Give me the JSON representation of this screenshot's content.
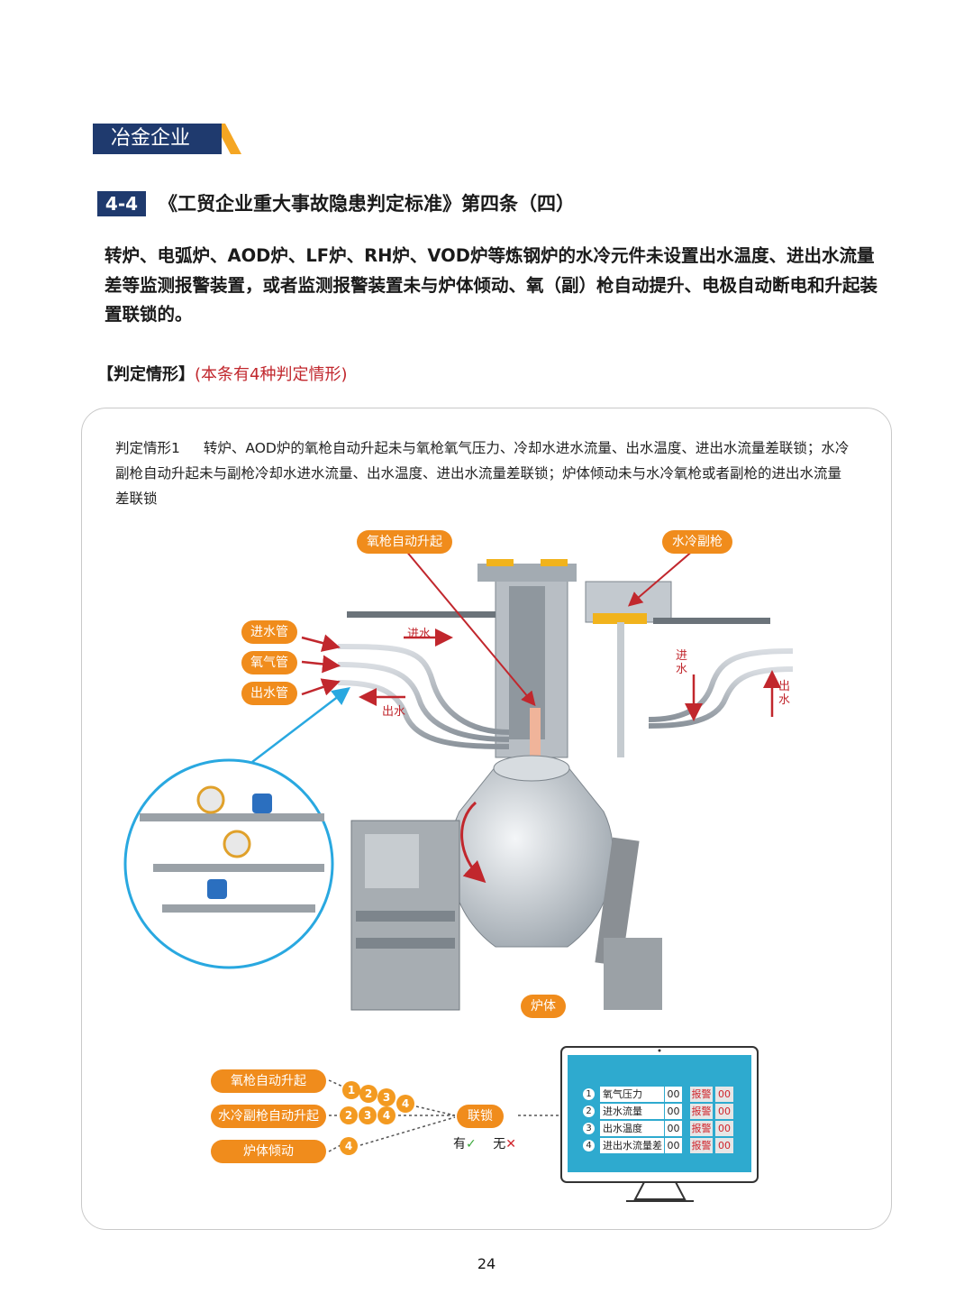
{
  "category": "冶金企业",
  "section": {
    "number": "4-4",
    "title": "《工贸企业重大事故隐患判定标准》第四条（四）"
  },
  "paragraph": "转炉、电弧炉、AOD炉、LF炉、RH炉、VOD炉等炼钢炉的水冷元件未设置出水温度、进出水流量差等监测报警装置，或者监测报警装置未与炉体倾动、氧（副）枪自动提升、电极自动断电和升起装置联锁的。",
  "judgment": {
    "label": "【判定情形】",
    "note": "(本条有4种判定情形)"
  },
  "case": {
    "heading": "判定情形1",
    "text": "转炉、AOD炉的氧枪自动升起未与氧枪氧气压力、冷却水进水流量、出水温度、进出水流量差联锁；水冷副枪自动升起未与副枪冷却水进水流量、出水温度、进出水流量差联锁；炉体倾动未与水冷氧枪或者副枪的进出水流量差联锁"
  },
  "diagram": {
    "lance_label": "氧枪自动升起",
    "sublance_label": "水冷副枪",
    "inlet_pipe": "进水管",
    "oxygen_pipe": "氧气管",
    "outlet_pipe": "出水管",
    "water_in_left": "进水",
    "water_out_left": "出水",
    "water_in_right": "进水",
    "water_out_right": "出水",
    "furnace": "炉体"
  },
  "interlock": {
    "items": [
      {
        "label": "氧枪自动升起",
        "nums": [
          "1",
          "2",
          "3",
          "4"
        ]
      },
      {
        "label": "水冷副枪自动升起",
        "nums": [
          "2",
          "3",
          "4"
        ]
      },
      {
        "label": "炉体倾动",
        "nums": [
          "4"
        ]
      }
    ],
    "center": "联锁",
    "yes": "有",
    "no": "无",
    "yes_mark": "✓",
    "no_mark": "✕"
  },
  "monitor": {
    "rows": [
      {
        "num": "1",
        "name": "氧气压力",
        "value": "00",
        "alarm": "报警",
        "alarm_value": "00"
      },
      {
        "num": "2",
        "name": "进水流量",
        "value": "00",
        "alarm": "报警",
        "alarm_value": "00"
      },
      {
        "num": "3",
        "name": "出水温度",
        "value": "00",
        "alarm": "报警",
        "alarm_value": "00"
      },
      {
        "num": "4",
        "name": "进出水流量差",
        "value": "00",
        "alarm": "报警",
        "alarm_value": "00"
      }
    ]
  },
  "page_number": "24"
}
